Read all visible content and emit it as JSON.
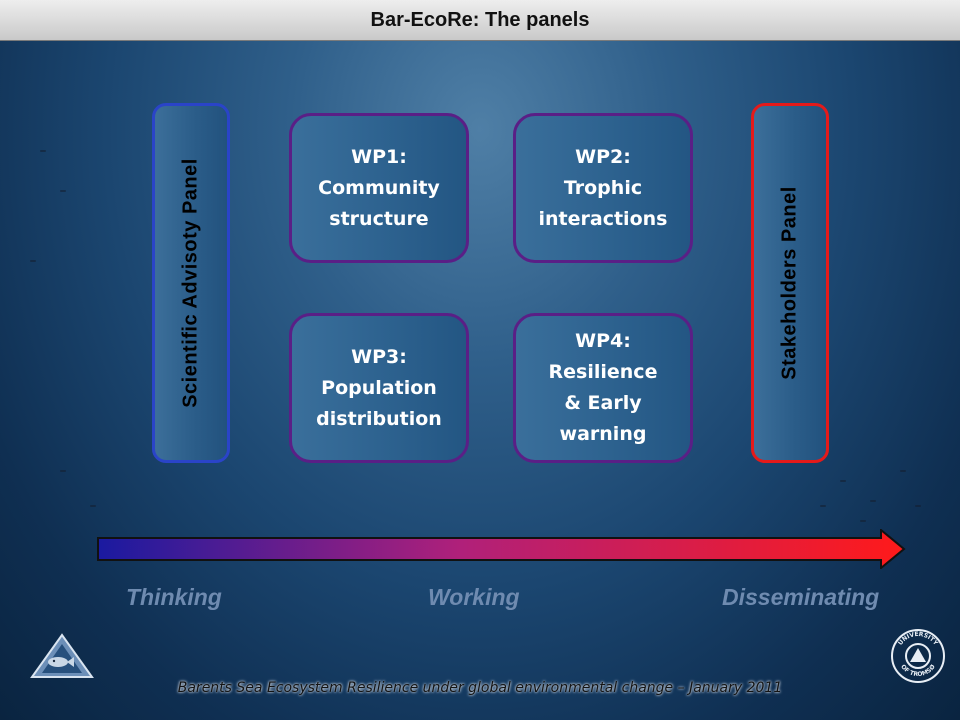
{
  "title": "Bar-EcoRe: The panels",
  "panels": {
    "left": "Scientific Advisoty Panel",
    "right": "Stakeholders Panel"
  },
  "work_packages": [
    {
      "id": "wp1",
      "text": "WP1:\nCommunity\nstructure"
    },
    {
      "id": "wp2",
      "text": "WP2:\nTrophic\ninteractions"
    },
    {
      "id": "wp3",
      "text": "WP3:\nPopulation\ndistribution"
    },
    {
      "id": "wp4",
      "text": "WP4:\nResilience\n& Early\nwarning"
    }
  ],
  "stages": [
    "Thinking",
    "Working",
    "Disseminating"
  ],
  "footer": "Barents Sea Ecosystem Resilience under global environmental change – January 2011",
  "logos": {
    "right_text": "UNIVERSITY OF TROMSØ"
  },
  "colors": {
    "left_panel_border": "#2a44c8",
    "right_panel_border": "#e51a1a",
    "wp_border": "#5a1f86",
    "arrow_start": "#1a1aa0",
    "arrow_end": "#ff1a1a",
    "stage_text": "#6f8bb0"
  }
}
